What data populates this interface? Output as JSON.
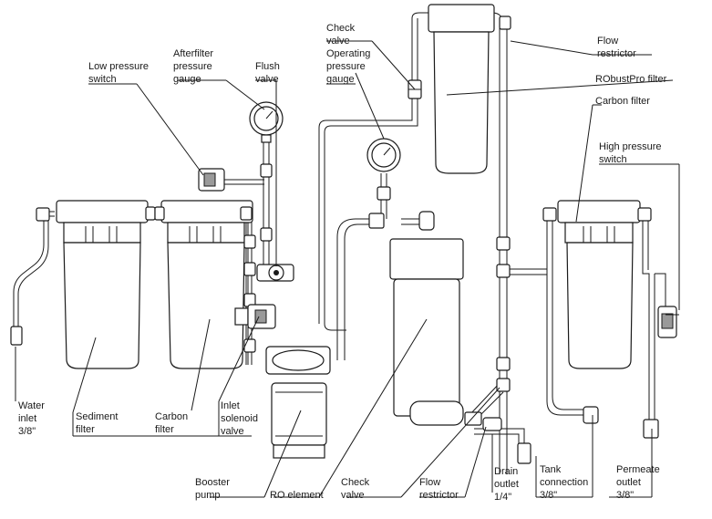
{
  "labels": {
    "check_valve_top": [
      "Check",
      "valve"
    ],
    "flow_restrictor_top": [
      "Flow",
      "restrictor"
    ],
    "operating_pressure_gauge": [
      "Operating",
      "pressure",
      "gauge"
    ],
    "robustpro_filter": [
      "RObustPro filter"
    ],
    "carbon_filter_right": [
      "Carbon filter"
    ],
    "high_pressure_switch": [
      "High pressure",
      "switch"
    ],
    "low_pressure_switch": [
      "Low pressure",
      "switch"
    ],
    "afterfilter_pressure_gauge": [
      "Afterfilter",
      "pressure",
      "gauge"
    ],
    "flush_valve": [
      "Flush",
      "valve"
    ],
    "water_inlet": [
      "Water",
      "inlet",
      "3/8\""
    ],
    "sediment_filter": [
      "Sediment",
      "filter"
    ],
    "carbon_filter_left": [
      "Carbon",
      "filter"
    ],
    "inlet_solenoid_valve": [
      "Inlet",
      "solenoid",
      "valve"
    ],
    "booster_pump": [
      "Booster",
      "pump"
    ],
    "ro_element": [
      "RO element"
    ],
    "check_valve_bottom": [
      "Check",
      "valve"
    ],
    "flow_restrictor_bottom": [
      "Flow",
      "restrictor"
    ],
    "drain_outlet": [
      "Drain",
      "outlet",
      "1/4\""
    ],
    "tank_connection": [
      "Tank",
      "connection",
      "3/8\""
    ],
    "permeate_outlet": [
      "Permeate",
      "outlet",
      "3/8\""
    ]
  }
}
